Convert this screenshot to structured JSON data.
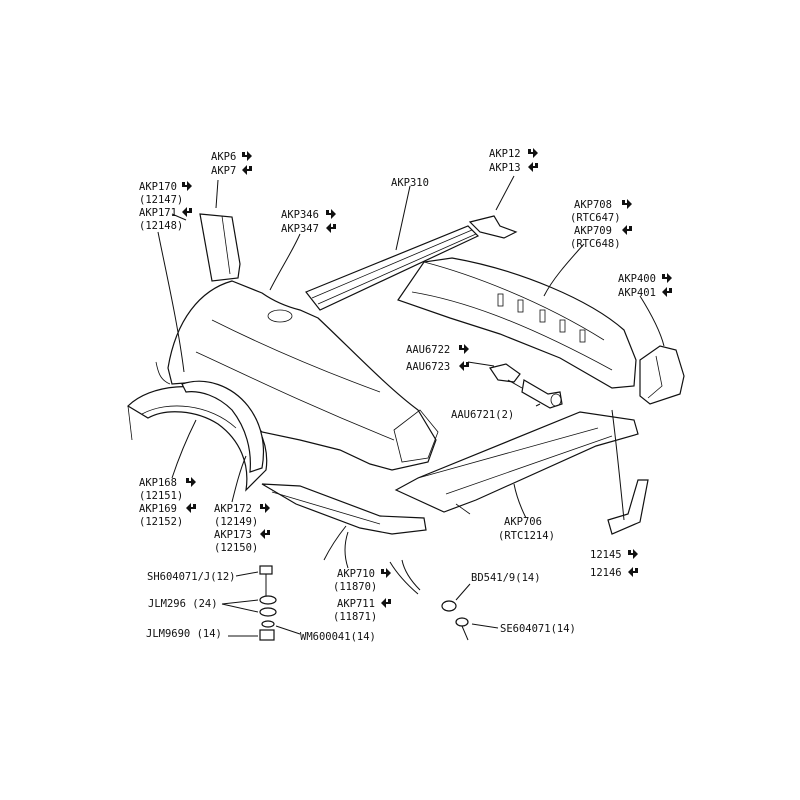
{
  "labels": {
    "akp6": "AKP6",
    "akp7": "AKP7",
    "akp12": "AKP12",
    "akp13": "AKP13",
    "akp170": "AKP170",
    "c12147": "(12147)",
    "akp171": "AKP171",
    "c12148": "(12148)",
    "akp346": "AKP346",
    "akp347": "AKP347",
    "akp310": "AKP310",
    "akp708": "AKP708",
    "rtc647": "(RTC647)",
    "akp709": "AKP709",
    "rtc648": "(RTC648)",
    "akp400": "AKP400",
    "akp401": "AKP401",
    "aau6722": "AAU6722",
    "aau6723": "AAU6723",
    "aau6721": "AAU6721(2)",
    "akp168": "AKP168",
    "c12151": "(12151)",
    "akp169": "AKP169",
    "c12152": "(12152)",
    "akp172": "AKP172",
    "c12149": "(12149)",
    "akp173": "AKP173",
    "c12150": "(12150)",
    "akp706": "AKP706",
    "rtc1214": "(RTC1214)",
    "n12145": "12145",
    "n12146": "12146",
    "akp710": "AKP710",
    "c11870": "(11870)",
    "akp711": "AKP711",
    "c11871": "(11871)",
    "sh604071": "SH604071/J(12)",
    "jlm296": "JLM296 (24)",
    "jlm9690": "JLM9690 (14)",
    "wm600041": "WM600041(14)",
    "bd541": "BD541/9(14)",
    "se604071": "SE604071(14)"
  },
  "icons": {
    "right_hand": "arrow-turn-right-icon",
    "left_hand": "arrow-turn-left-icon"
  },
  "colors": {
    "ink": "#111111",
    "paper": "#ffffff"
  }
}
